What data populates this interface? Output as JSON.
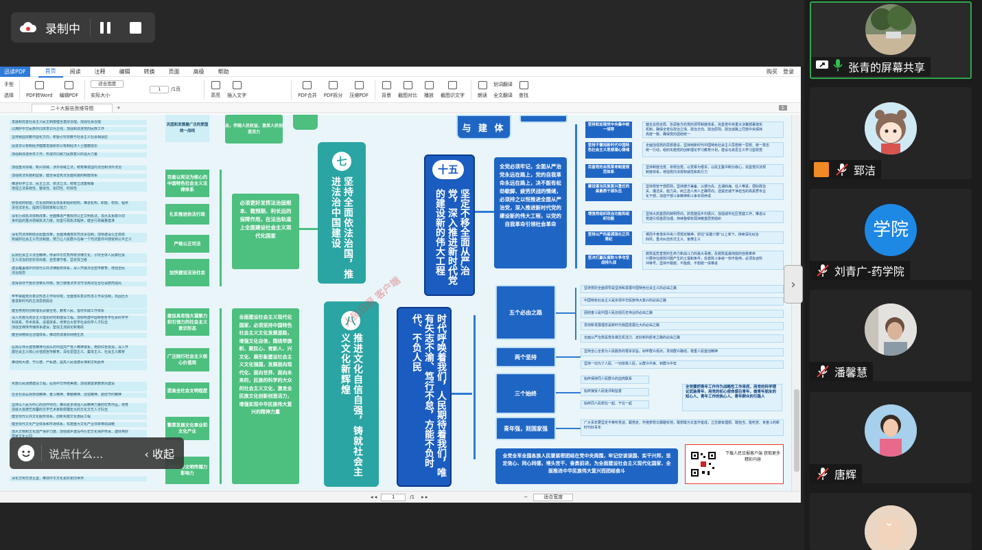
{
  "recording": {
    "label": "录制中"
  },
  "app": {
    "name": "迅读PDF",
    "menu": [
      "首页",
      "阅读",
      "注释",
      "编辑",
      "转换",
      "页面",
      "高级",
      "帮助"
    ],
    "menu_right": [
      "购买",
      "登录"
    ],
    "toolbar": {
      "hand": "手型",
      "select": "选择",
      "pdf2word": "PDF转Word",
      "edit_pdf": "编辑PDF",
      "actual_size": "实际大小",
      "zoom_value": "适合宽度",
      "page_input": "1",
      "page_total": "/1页",
      "highlight": "高亮",
      "insert_text": "插入文字",
      "merge": "PDF合并",
      "split": "PDF拆分",
      "compress": "压缩PDF",
      "background": "背景",
      "compare": "截图对比",
      "play": "播放",
      "ocr": "截图识文字",
      "read_aloud": "朗读",
      "translate": "划词翻译",
      "full_translate": "全文翻译",
      "find": "查找"
    },
    "tab": "二十大报告思维导图",
    "page_badge": "1",
    "status": {
      "page": "1",
      "total": "/1",
      "zoom": "适合宽度"
    }
  },
  "mindmap": {
    "section7_num": "七",
    "section7": "坚持全面依法治国，推进法治中国建设",
    "section8_num": "八",
    "section8": "推进文化自信自强，铸就社会主义文化新辉煌",
    "section15_num": "十五",
    "section15": "坚定不移全面从严治党，深入推进新时代党的建设新的伟大工程",
    "top_box": "与 建 体",
    "top_green": "总，伴随人民权益，激发人民创造活力",
    "top_left_label": "巩固和发展最广泛的爱国统一战线",
    "bottom_column": "时代呼唤着我们，人民期待着我们，唯有矢志不渝、笃行不怠，方能不负时代、不负人民",
    "sec7_center": "必须更好发挥法治固根本、稳预期、利长远的保障作用，在法治轨道上全面建设社会主义现代化国家",
    "sec7_nodes": [
      "完善以宪法为核心的中国特色社会主义法律体系",
      "扎实推进依法行政",
      "严格公正司法",
      "加快建设法治社会"
    ],
    "sec8_center": "全面建设社会主义现代化国家，必须坚持中国特色社会主义文化发展道路，增强文化自信，围绕举旗帜、聚民心、育新人、兴文化、展形象建设社会主义文化强国，发展面向现代化、面向世界、面向未来的，民族的科学的大众的社会主义文化，激发全民族文化创新创造活力，增强实现中华民族伟大复兴的精神力量",
    "sec8_nodes": [
      "建设具有强大凝聚力和引领力的社会主义意识形态",
      "广泛践行社会主义核心价值观",
      "提高全社会文明程度",
      "繁荣发展文化事业和文化产业",
      "增强中华文明传播力影响力"
    ],
    "sec15_center": "全党必须牢记，全面从严治党永远在路上，党的自我革命永远在路上，决不能有松劲歇脚、疲劳厌战的情绪，必须持之以恒推进全面从严治党，深入推进新时代党的建设新的伟大工程，以党的自我革命引领社会革命",
    "sec15_nodes": [
      "坚持和加强党中央集中统一领导",
      "坚持不懈用新时代中国特色社会主义思想凝心铸魂",
      "完善党的自我革命制度规范体系",
      "建设堪当民族复兴重任的高素质干部队伍",
      "增强党组织政治功能和组织功能",
      "坚持以严的基调强化正风肃纪",
      "坚决打赢反腐败斗争攻坚战持久战"
    ],
    "five_musts": "五个必由之路",
    "five_musts_items": [
      "坚持党的全面领导是坚持和发展中国特色社会主义的必由之路",
      "中国特色社会主义是实现中华民族伟大复兴的必由之路",
      "团结奋斗是中国人民创造历史伟业的必由之路",
      "贯彻新发展理念是新时代我国发展壮大的必由之路",
      "全面从严治党是党永葆生机活力、走好新的赶考之路的必由之路"
    ],
    "two_persist": "两个坚持",
    "two_persist_items": [
      "坚持全心全意为人民服务的根本宗旨，树牢群众观点，贯彻群众路线，尊重人民首创精神",
      "坚持一切为了人民、一切依靠人民，从群众中来、到群众中去"
    ],
    "three_musts": "三个始终",
    "three_musts_items": [
      "始终保持同人民群众的血肉联系",
      "始终接受人民批评和监督",
      "始终同人民想在一起、干在一起"
    ],
    "three_musts_note": "全党要把青年工作作为战略性工作来抓，用党的科学理论武装青年，用党的初心使命感召青年，做青年朋友的知心人、青年工作的热心人、青年群众的引路人",
    "youth": "青年强，则国家强",
    "youth_item": "广大青年要坚定不移听党话、跟党走，怀抱梦想又脚踏实地，敢想敢为又善作善成，立志做有理想、敢担当、能吃苦、肯奋斗的新时代好青年",
    "closing": "全党全军全国各族人民要紧密团结在党中央周围，牢记空谈误国、实干兴邦，坚定信心、同心同德，埋头苦干、奋勇前进，为全面建设社会主义现代化国家、全面推进中华民族伟大复兴而团结奋斗",
    "qr_text": "下载人民日报客户端 获取更多精彩内容",
    "watermark": "人民日报 客户端"
  },
  "chat": {
    "placeholder": "说点什么...",
    "collapse": "收起"
  },
  "participants": [
    {
      "name": "张青的屏幕共享"
    },
    {
      "name": "郅洁"
    },
    {
      "name": "刘青广-药学院",
      "avatar_text": "学院"
    },
    {
      "name": "潘馨慧"
    },
    {
      "name": "唐辉"
    }
  ],
  "colors": {
    "accent_blue": "#1f66c4",
    "teal": "#2aa5a3",
    "green": "#4dbf7f",
    "active_border": "#2fa84f"
  }
}
